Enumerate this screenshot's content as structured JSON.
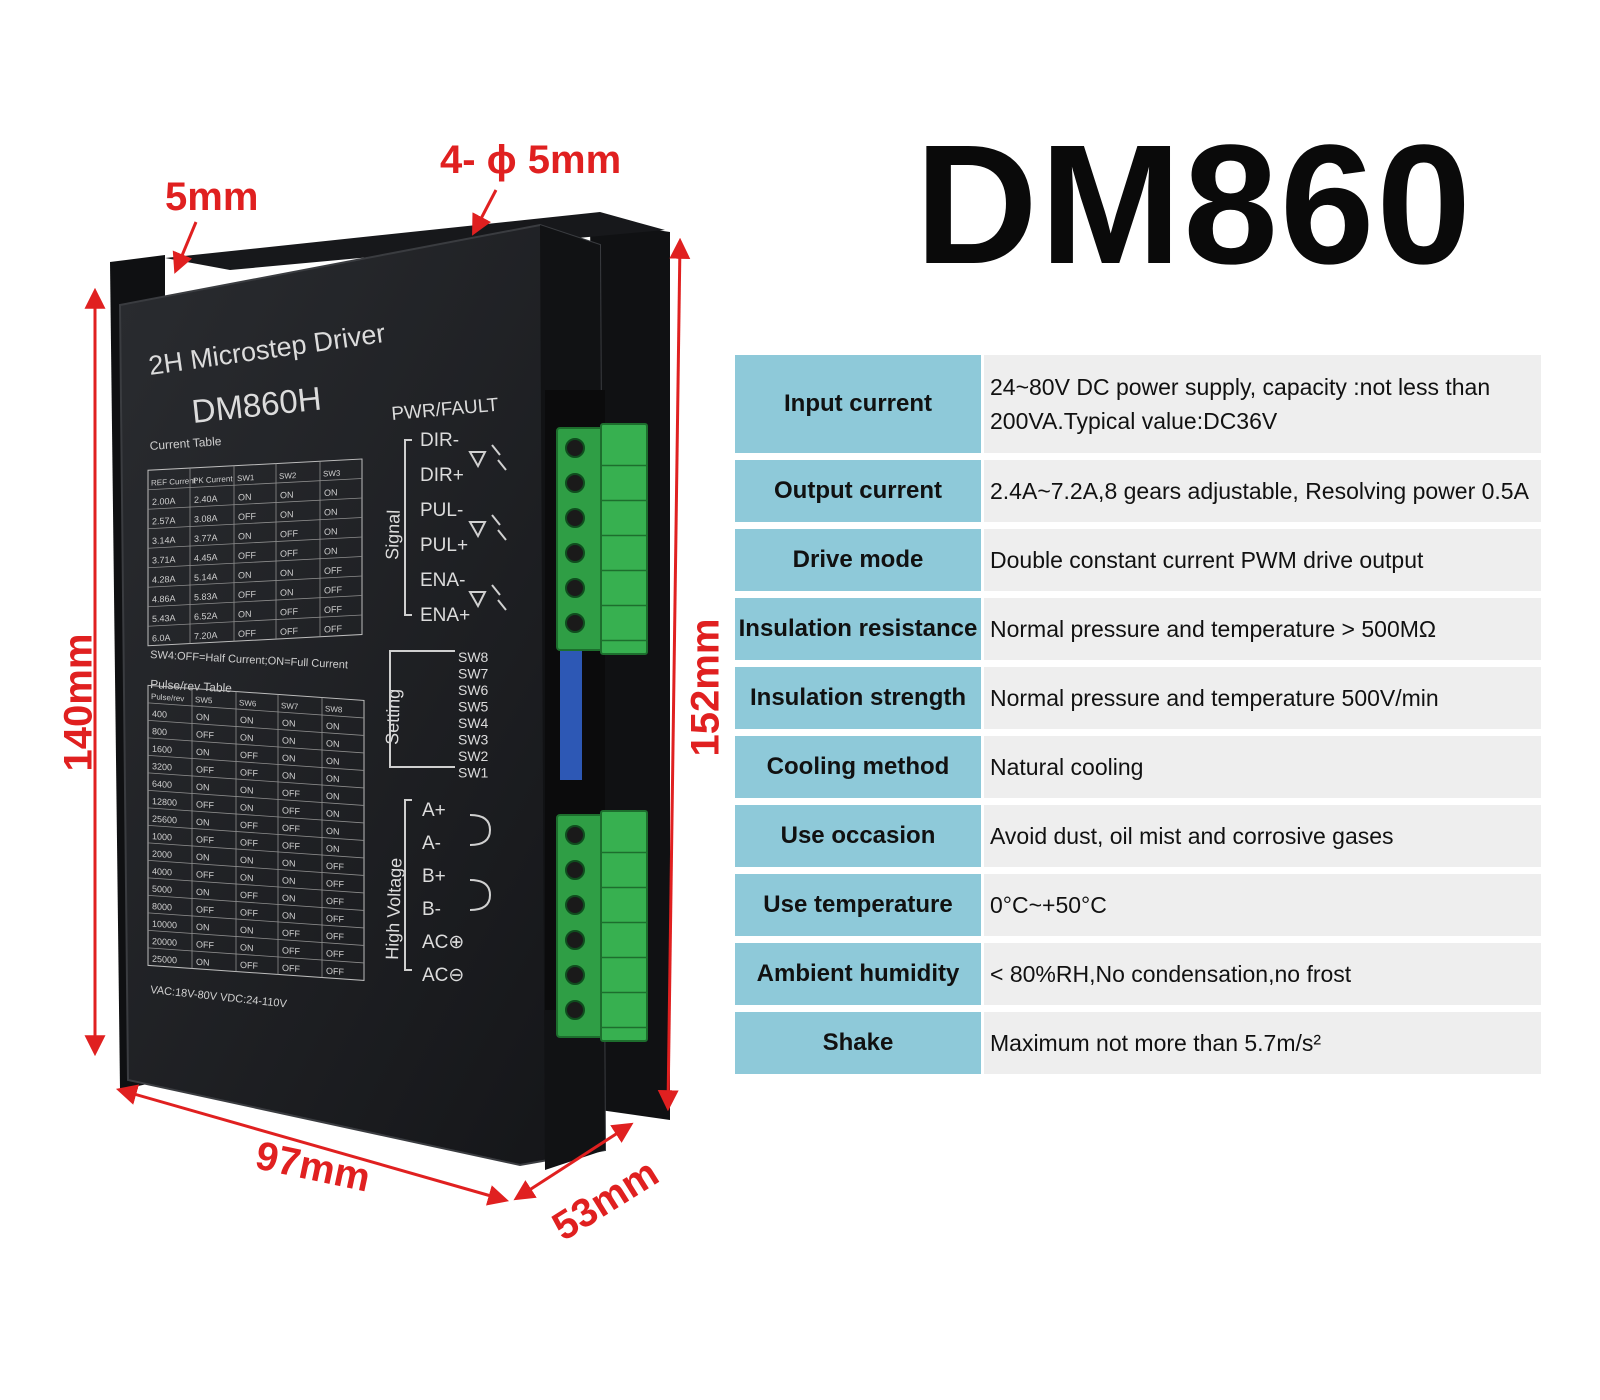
{
  "title": "DM860",
  "dimensions": {
    "top_hole": "4- ϕ 5mm",
    "edge": "5mm",
    "height_left": "140mm",
    "height_right": "152mm",
    "width": "97mm",
    "depth": "53mm"
  },
  "device": {
    "heading": "2H Microstep Driver",
    "model": "DM860H",
    "pwr_fault": "PWR/FAULT",
    "current_table_title": "Current Table",
    "current_table_headers": [
      "REF Current",
      "PK Current",
      "SW1",
      "SW2",
      "SW3"
    ],
    "current_table_rows": [
      [
        "2.00A",
        "2.40A",
        "ON",
        "ON",
        "ON"
      ],
      [
        "2.57A",
        "3.08A",
        "OFF",
        "ON",
        "ON"
      ],
      [
        "3.14A",
        "3.77A",
        "ON",
        "OFF",
        "ON"
      ],
      [
        "3.71A",
        "4.45A",
        "OFF",
        "OFF",
        "ON"
      ],
      [
        "4.28A",
        "5.14A",
        "ON",
        "ON",
        "OFF"
      ],
      [
        "4.86A",
        "5.83A",
        "OFF",
        "ON",
        "OFF"
      ],
      [
        "5.43A",
        "6.52A",
        "ON",
        "OFF",
        "OFF"
      ],
      [
        "6.0A",
        "7.20A",
        "OFF",
        "OFF",
        "OFF"
      ]
    ],
    "sw4_note": "SW4:OFF=Half Current;ON=Full Current",
    "pulse_table_title": "Pulse/rev Table",
    "pulse_table_headers": [
      "Pulse/rev",
      "SW5",
      "SW6",
      "SW7",
      "SW8"
    ],
    "pulse_table_rows": [
      [
        "400",
        "ON",
        "ON",
        "ON",
        "ON"
      ],
      [
        "800",
        "OFF",
        "ON",
        "ON",
        "ON"
      ],
      [
        "1600",
        "ON",
        "OFF",
        "ON",
        "ON"
      ],
      [
        "3200",
        "OFF",
        "OFF",
        "ON",
        "ON"
      ],
      [
        "6400",
        "ON",
        "ON",
        "OFF",
        "ON"
      ],
      [
        "12800",
        "OFF",
        "ON",
        "OFF",
        "ON"
      ],
      [
        "25600",
        "ON",
        "OFF",
        "OFF",
        "ON"
      ],
      [
        "1000",
        "OFF",
        "OFF",
        "OFF",
        "ON"
      ],
      [
        "2000",
        "ON",
        "ON",
        "ON",
        "OFF"
      ],
      [
        "4000",
        "OFF",
        "ON",
        "ON",
        "OFF"
      ],
      [
        "5000",
        "ON",
        "OFF",
        "ON",
        "OFF"
      ],
      [
        "8000",
        "OFF",
        "OFF",
        "ON",
        "OFF"
      ],
      [
        "10000",
        "ON",
        "ON",
        "OFF",
        "OFF"
      ],
      [
        "20000",
        "OFF",
        "ON",
        "OFF",
        "OFF"
      ],
      [
        "25000",
        "ON",
        "OFF",
        "OFF",
        "OFF"
      ]
    ],
    "voltage_note": "VAC:18V-80V VDC:24-110V",
    "signal_label": "Signal",
    "signal_pins": [
      "DIR-",
      "DIR+",
      "PUL-",
      "PUL+",
      "ENA-",
      "ENA+"
    ],
    "setting_label": "Setting",
    "setting_switches": [
      "SW8",
      "SW7",
      "SW6",
      "SW5",
      "SW4",
      "SW3",
      "SW2",
      "SW1"
    ],
    "hv_label": "High Voltage",
    "hv_pins": [
      "A+",
      "A-",
      "B+",
      "B-",
      "AC⊕",
      "AC⊖"
    ]
  },
  "specs": [
    {
      "key": "Input current",
      "value": "24~80V DC power supply, capacity :not less than 200VA.Typical value:DC36V"
    },
    {
      "key": "Output current",
      "value": "2.4A~7.2A,8 gears adjustable, Resolving power 0.5A"
    },
    {
      "key": "Drive mode",
      "value": "Double constant current PWM drive output"
    },
    {
      "key": "Insulation resistance",
      "value": "Normal pressure and temperature > 500MΩ"
    },
    {
      "key": "Insulation strength",
      "value": "Normal pressure and temperature 500V/min"
    },
    {
      "key": "Cooling method",
      "value": "Natural cooling"
    },
    {
      "key": "Use occasion",
      "value": "Avoid dust, oil mist and corrosive gases"
    },
    {
      "key": "Use temperature",
      "value": "0°C~+50°C"
    },
    {
      "key": "Ambient humidity",
      "value": "< 80%RH,No condensation,no frost"
    },
    {
      "key": "Shake",
      "value": "Maximum not more than 5.7m/s²"
    }
  ],
  "colors": {
    "dimension_red": "#e02020",
    "key_cell": "#8ec9d9",
    "value_cell": "#eeeeee",
    "device_body": "#1c1d20",
    "terminal_green": "#2f9e45"
  }
}
